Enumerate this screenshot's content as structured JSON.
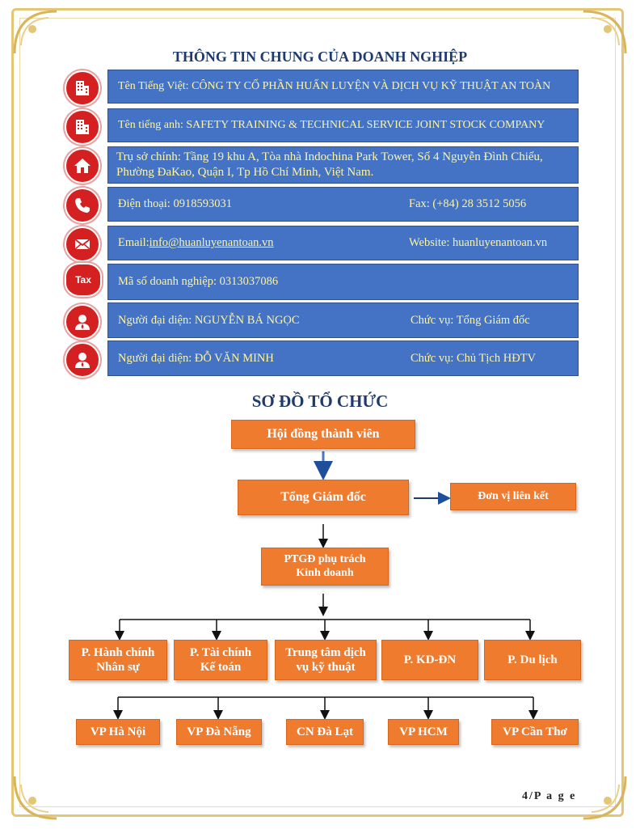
{
  "section1_title": "THÔNG TIN CHUNG CỦA DOANH NGHIỆP",
  "rows": [
    {
      "icon": "building-icon",
      "left": "Tên Tiếng Việt: CÔNG TY CỔ PHẦN HUẤN LUYỆN VÀ DỊCH VỤ KỸ THUẬT AN TOÀN"
    },
    {
      "icon": "building-icon",
      "left": "Tên tiếng anh: SAFETY TRAINING & TECHNICAL SERVICE JOINT STOCK COMPANY"
    },
    {
      "icon": "home-icon",
      "left": "Trụ sở chính: Tầng 19 khu A, Tòa nhà Indochina Park Tower, Số 4 Nguyễn Đình Chiểu, Phường ĐaKao, Quận I, Tp Hồ Chí Minh, Việt Nam."
    },
    {
      "icon": "phone-icon",
      "left": "Điện thoại: 0918593031",
      "right": "Fax: (+84) 28 3512 5056"
    },
    {
      "icon": "envelope-icon",
      "left_label": "Email: ",
      "left_link": "info@huanluyenantoan.vn",
      "right": "Website: huanluyenantoan.vn"
    },
    {
      "icon": "tax-icon",
      "icon_text": "Tax",
      "left": "Mã số doanh nghiệp: 0313037086"
    },
    {
      "icon": "person-icon",
      "left": "Người đại diện: NGUYỄN BÁ  NGỌC",
      "right": "Chức vụ: Tổng Giám đốc"
    },
    {
      "icon": "person-icon",
      "left": "Người đại diện: ĐỖ VĂN MINH",
      "right": "Chức vụ: Chủ Tịch HĐTV"
    }
  ],
  "section2_title": "SƠ ĐỒ TỔ CHỨC",
  "org": {
    "board": "Hội đồng thành viên",
    "ceo": "Tổng Giám đốc",
    "affiliate": "Đơn vị liên kết",
    "deputy_line1": "PTGĐ phụ trách",
    "deputy_line2": "Kinh doanh",
    "departments": [
      {
        "line1": "P. Hành chính",
        "line2": "Nhân sự"
      },
      {
        "line1": "P. Tài chính",
        "line2": "Kế toán"
      },
      {
        "line1": "Trung tâm dịch",
        "line2": "vụ kỹ thuật"
      },
      {
        "line1": "P. KD-ĐN",
        "line2": ""
      },
      {
        "line1": "P. Du lịch",
        "line2": ""
      }
    ],
    "offices": [
      "VP Hà Nội",
      "VP Đà Nẵng",
      "CN Đà Lạt",
      "VP HCM",
      "VP Cần Thơ"
    ]
  },
  "page_number": "4/P a g e",
  "colors": {
    "bar": "#4472c4",
    "bar_text": "#fff5a0",
    "icon": "#d42020",
    "box": "#ef7b2e",
    "title": "#1f3a6e"
  }
}
